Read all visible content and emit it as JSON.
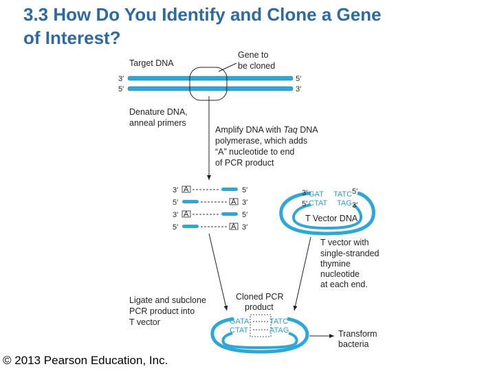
{
  "title": {
    "line1": "3.3  How Do You Identify and Clone a Gene",
    "line2": "of Interest?"
  },
  "footer": "© 2013 Pearson Education, Inc.",
  "colors": {
    "strand": "#2aa8dc",
    "title": "#2b6aa6",
    "dark": "#231f20"
  },
  "diagram": {
    "target_dna": "Target DNA",
    "gene_label": {
      "line1": "Gene to",
      "line2": "be cloned"
    },
    "strand_ends": {
      "top_left": "3′",
      "top_right": "5′",
      "bottom_left": "5′",
      "bottom_right": "3′"
    },
    "denature": {
      "line1": "Denature DNA,",
      "line2": "anneal primers"
    },
    "amplify": {
      "line1": "Amplify DNA with",
      "line1_italic": "Taq",
      "line1_end": "DNA",
      "line2": "polymerase, which adds",
      "line3": "“A” nucleotide to end",
      "line4": "of PCR product"
    },
    "pcr_rows": [
      {
        "left": "3′",
        "right": "5′",
        "a_pos": "left"
      },
      {
        "left": "5′",
        "right": "3′",
        "a_pos": "right"
      },
      {
        "left": "3′",
        "right": "5′",
        "a_pos": "left"
      },
      {
        "left": "5′",
        "right": "3′",
        "a_pos": "right"
      }
    ],
    "a_base": "A",
    "t_vector": {
      "left_top": "3′",
      "gat": "GAT",
      "tatc": "TATC",
      "right_top": "5′",
      "left_bottom": "5′",
      "ctat": "CTAT",
      "tag": "TAG",
      "right_bottom": "3′",
      "label": "T Vector DNA"
    },
    "t_vector_note": {
      "line1": "T vector with",
      "line2": "single-stranded",
      "line3": "thymine",
      "line4": "nucleotide",
      "line5": "at each end."
    },
    "ligate": {
      "line1": "Ligate and subclone",
      "line2": "PCR product into",
      "line3": "T vector"
    },
    "cloned": {
      "line1": "Cloned PCR",
      "line2": "product",
      "gata": "GATA",
      "tatc": "TATC",
      "ctat": "CTAT",
      "atag": "ATAG"
    },
    "transform": {
      "line1": "Transform",
      "line2": "bacteria"
    }
  }
}
